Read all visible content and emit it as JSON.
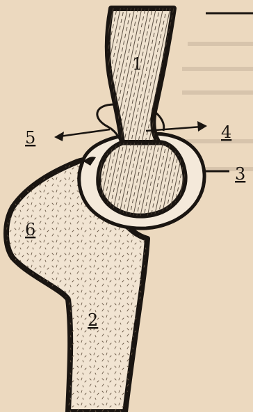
{
  "figure": {
    "background": "#ecd9bf",
    "ink": "#1a1511",
    "bone_fill": "#f1e4d2",
    "labels": {
      "l1": "1",
      "l2": "2",
      "l3": "3",
      "l4": "4",
      "l5": "5",
      "l6": "6"
    }
  }
}
